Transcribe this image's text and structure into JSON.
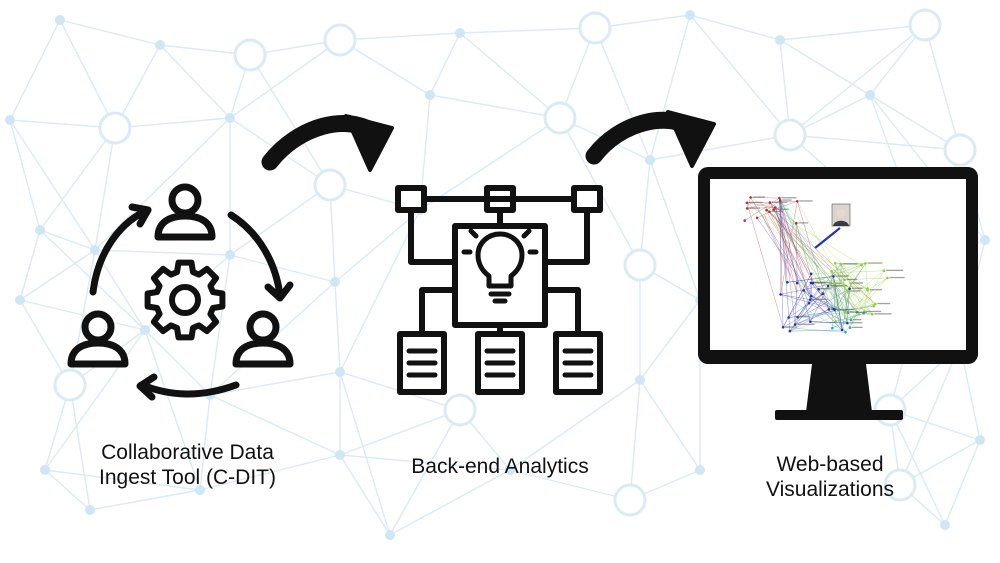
{
  "stages": [
    {
      "id": "cdit",
      "icon": "team-gear-cycle-icon",
      "caption_lines": [
        "Collaborative Data",
        "Ingest Tool (C-DIT)"
      ]
    },
    {
      "id": "analytics",
      "icon": "analytics-flowchart-icon",
      "caption_lines": [
        "Back-end Analytics"
      ]
    },
    {
      "id": "viz",
      "icon": "monitor-network-graph-icon",
      "caption_lines": [
        "Web-based",
        "Visualizations"
      ]
    }
  ],
  "flow_arrows": [
    {
      "from": "cdit",
      "to": "analytics",
      "icon": "curved-arrow-right-icon"
    },
    {
      "from": "analytics",
      "to": "viz",
      "icon": "curved-arrow-right-icon"
    }
  ],
  "colors": {
    "background": "#ffffff",
    "network_pattern": "#d9ebf6",
    "network_node": "#cfe6f4",
    "icon": "#111111",
    "graph_red": "#b2303a",
    "graph_blue": "#2234b8",
    "graph_green": "#8fcf3a",
    "graph_teal": "#27b39a"
  }
}
